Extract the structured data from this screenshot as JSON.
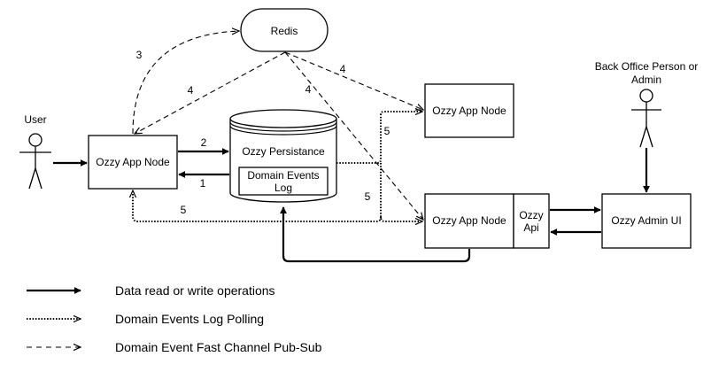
{
  "nodes": {
    "redis": "Redis",
    "app_left": "Ozzy App Node",
    "app_top_right": "Ozzy App Node",
    "app_bottom_right": "Ozzy App Node",
    "api_line1": "Ozzy",
    "api_line2": "Api",
    "admin_ui": "Ozzy Admin UI",
    "persistence": "Ozzy Persistance",
    "events_log_line1": "Domain Events",
    "events_log_line2": "Log"
  },
  "actors": {
    "user": "User",
    "back_office_line1": "Back Office Person or",
    "back_office_line2": "Admin"
  },
  "edge_labels": {
    "redis_to_left_subscribe": "3",
    "redis_to_left_publish": "4",
    "redis_to_top_right": "4",
    "redis_to_bottom_right": "4",
    "left_to_persist": "2",
    "persist_to_left": "1",
    "poll_top_right": "5",
    "poll_bottom_right": "5",
    "poll_left": "5"
  },
  "legend": {
    "solid": "Data read or write operations",
    "dotted": "Domain Events Log Polling",
    "dashed": "Domain Event Fast Channel Pub-Sub"
  },
  "colors": {
    "stroke": "#000000",
    "background": "#ffffff"
  }
}
